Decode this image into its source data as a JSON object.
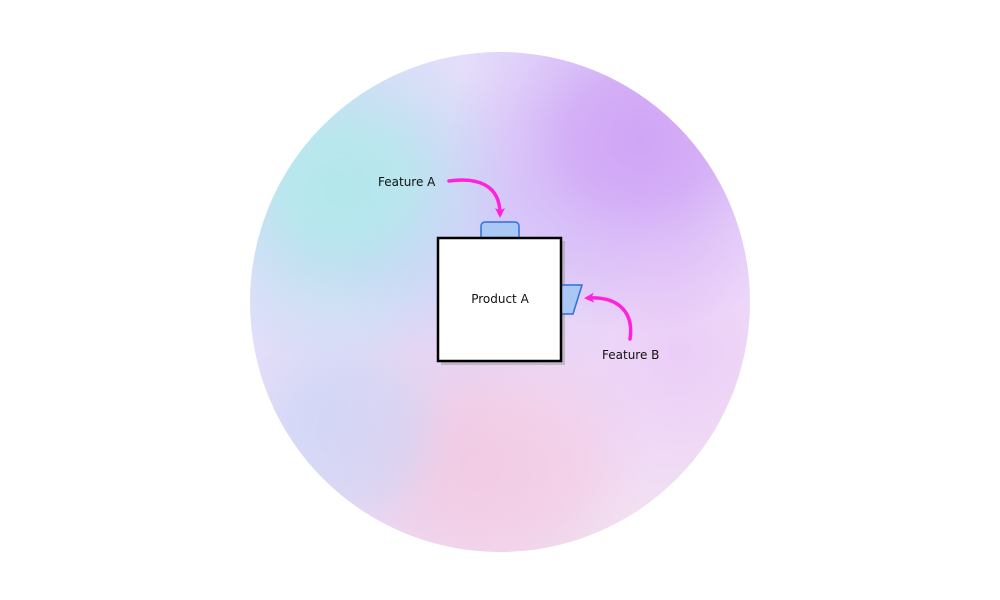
{
  "diagram": {
    "product": {
      "label": "Product A"
    },
    "features": [
      {
        "id": "feature-a",
        "label": "Feature A"
      },
      {
        "id": "feature-b",
        "label": "Feature B"
      }
    ],
    "colors": {
      "arrow": "#ff22dd",
      "feature_fill": "#a9c8f5",
      "feature_stroke": "#2f6fd8",
      "box_fill": "#ffffff",
      "box_stroke": "#000000"
    }
  }
}
